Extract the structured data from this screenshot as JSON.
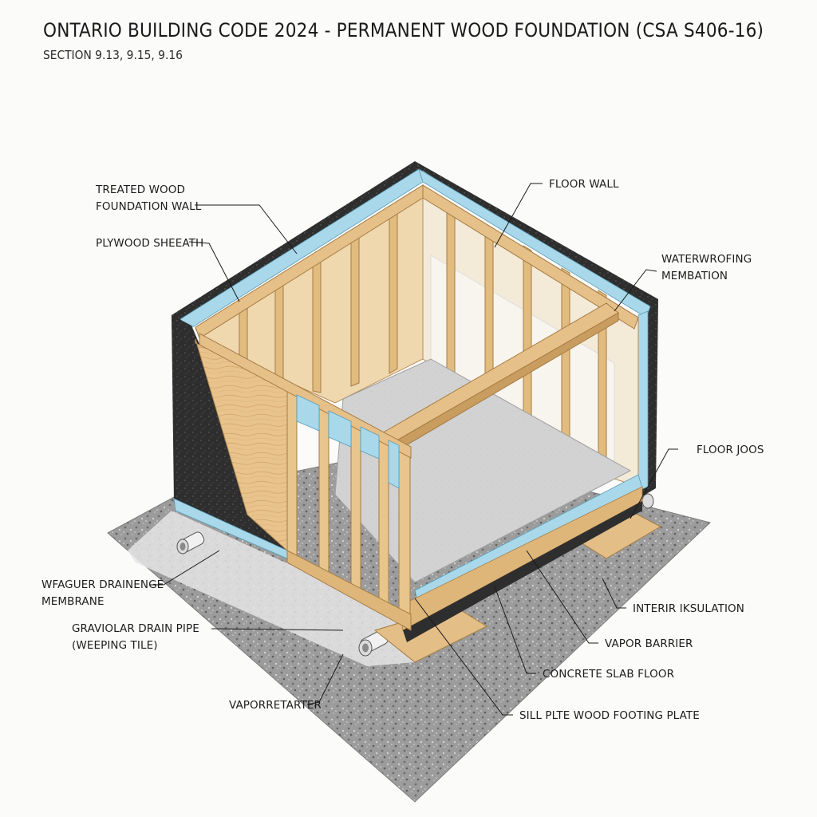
{
  "header": {
    "title": "ONTARIO BUILDING CODE 2024 - PERMANENT WOOD FOUNDATION (CSA S406-16)",
    "subtitle": "SECTION 9.13, 9.15, 9.16"
  },
  "labels": {
    "treated_wall_1": "TREATED WOOD",
    "treated_wall_2": "FOUNDATION WALL",
    "plywood": "PLYWOOD SHEEATH",
    "floor_wall": "FLOOR WALL",
    "waterproofing_1": "WATERWROFING",
    "waterproofing_2": "MEMBATION",
    "floor_joists": "FLOOR JOOS",
    "drainage_1": "WFAGUER DRAINENGE",
    "drainage_2": "MEMBRANE",
    "drain_pipe_1": "GRAVIOLAR DRAIN PIPE",
    "drain_pipe_2": "(WEEPING TILE)",
    "interior_insulation": "INTERIR IKSULATION",
    "vapor_barrier": "VAPOR BARRIER",
    "concrete_slab": "CONCRETE SLAB FLOOR",
    "sill_plate": "SILL PLTE WOOD FOOTING PLATE",
    "vapor_retarder": "VAPORRETARTER"
  },
  "colors": {
    "wood": "#e9c894",
    "wood_dark": "#c99d5f",
    "membrane": "#2b2b2b",
    "insulation": "#a8d8ea",
    "concrete": "#cfcfcf",
    "gravel": "#9a9a9a"
  }
}
